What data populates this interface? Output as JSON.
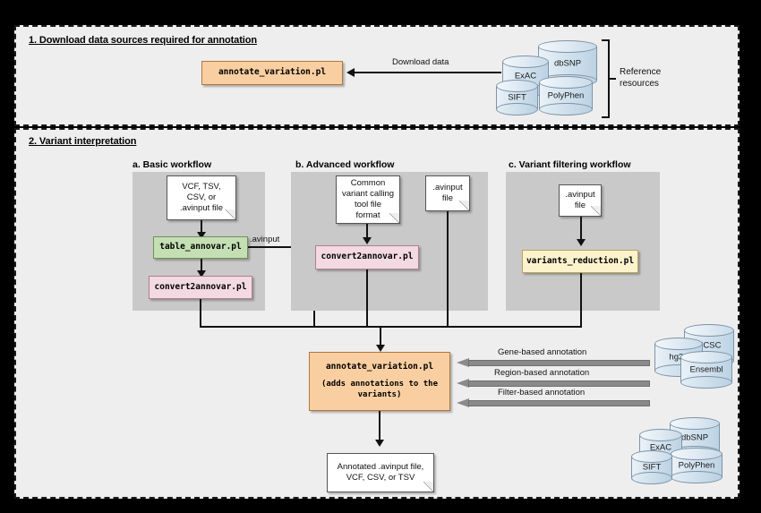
{
  "sections": [
    {
      "id": "s1",
      "title": "1. Download data sources required for annotation"
    },
    {
      "id": "s2",
      "title": "2. Variant interpretation"
    }
  ],
  "section1": {
    "process": {
      "label": "annotate_variation.pl"
    },
    "edge_label": "Download data",
    "bracket_label": "Reference\nresources",
    "bracket_label_line1": "Reference",
    "bracket_label_line2": "resources",
    "databases": [
      {
        "name": "dbSNP"
      },
      {
        "name": "ExAC"
      },
      {
        "name": "SIFT"
      },
      {
        "name": "PolyPhen"
      }
    ]
  },
  "workflows": [
    {
      "title": "a. Basic workflow",
      "input_doc": "VCF, TSV,\nCSV, or\n.avinput file",
      "input_doc_lines": [
        "VCF, TSV,",
        "CSV, or",
        ".avinput file"
      ],
      "steps": [
        {
          "label": "table_annovar.pl",
          "color": "green"
        },
        {
          "label": "convert2annovar.pl",
          "color": "pink"
        }
      ],
      "branch_label": ".avinput"
    },
    {
      "title": "b. Advanced workflow",
      "input_doc": "Common\nvariant calling\ntool file\nformat",
      "input_doc_lines": [
        "Common",
        "variant calling",
        "tool file",
        "format"
      ],
      "steps": [
        {
          "label": "convert2annovar.pl",
          "color": "pink"
        }
      ],
      "side_doc_lines": [
        ".avinput",
        "file"
      ]
    },
    {
      "title": "c. Variant filtering workflow",
      "input_doc": ".avinput\nfile",
      "input_doc_lines": [
        ".avinput",
        "file"
      ],
      "steps": [
        {
          "label": "variants_reduction.pl",
          "color": "yellow"
        }
      ]
    }
  ],
  "main_process": {
    "label": "annotate_variation.pl",
    "sublabel_line1": "(adds annotations to the",
    "sublabel_line2": "variants)"
  },
  "annotation_arrows": [
    {
      "label": "Gene-based annotation"
    },
    {
      "label": "Region-based annotation"
    },
    {
      "label": "Filter-based annotation"
    }
  ],
  "reference_clusters": [
    {
      "id": "genome",
      "databases": [
        {
          "name": "UCSC"
        },
        {
          "name": "hg38"
        },
        {
          "name": "Ensembl"
        }
      ]
    },
    {
      "id": "variant",
      "databases": [
        {
          "name": "dbSNP"
        },
        {
          "name": "ExAC"
        },
        {
          "name": "SIFT"
        },
        {
          "name": "PolyPhen"
        }
      ]
    }
  ],
  "output_doc": {
    "line1": "Annotated .avinput file,",
    "line2": "VCF, CSV, or TSV"
  },
  "colors": {
    "orange": "#f9cfa1",
    "green": "#c4dfb4",
    "pink": "#f2d9e2",
    "yellow": "#fcf3cd",
    "panel": "#eeeeee",
    "workflow_box": "#c9c9c9",
    "arrow_gray": "#8a8a8a",
    "cylinder": "#d3e3ef"
  }
}
